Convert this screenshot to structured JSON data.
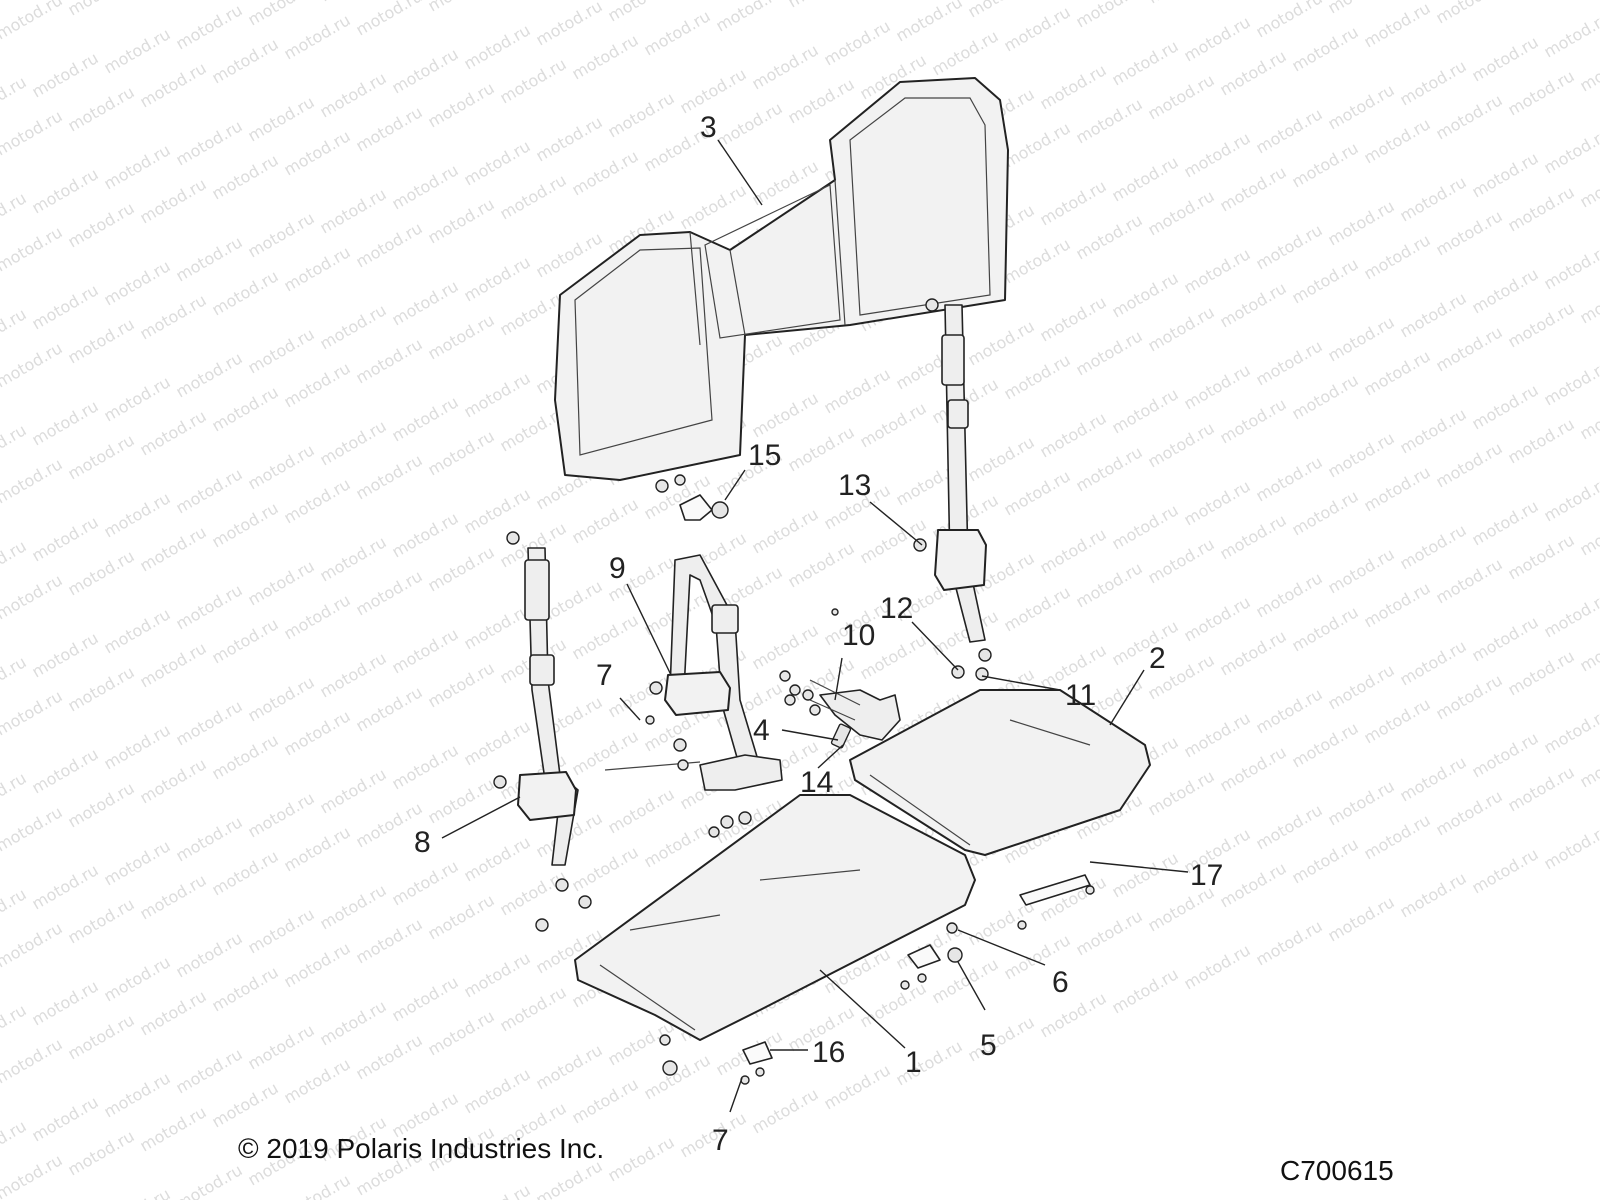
{
  "watermark_text": "motod.ru",
  "copyright": "© 2019 Polaris Industries Inc.",
  "diagram_code": "C700615",
  "callouts": [
    {
      "id": "3",
      "label": "3"
    },
    {
      "id": "15",
      "label": "15"
    },
    {
      "id": "13",
      "label": "13"
    },
    {
      "id": "9",
      "label": "9"
    },
    {
      "id": "12",
      "label": "12"
    },
    {
      "id": "10",
      "label": "10"
    },
    {
      "id": "2",
      "label": "2"
    },
    {
      "id": "7a",
      "label": "7"
    },
    {
      "id": "11",
      "label": "11"
    },
    {
      "id": "4",
      "label": "4"
    },
    {
      "id": "14",
      "label": "14"
    },
    {
      "id": "8",
      "label": "8"
    },
    {
      "id": "17",
      "label": "17"
    },
    {
      "id": "6",
      "label": "6"
    },
    {
      "id": "5",
      "label": "5"
    },
    {
      "id": "16",
      "label": "16"
    },
    {
      "id": "1",
      "label": "1"
    },
    {
      "id": "7b",
      "label": "7"
    }
  ]
}
